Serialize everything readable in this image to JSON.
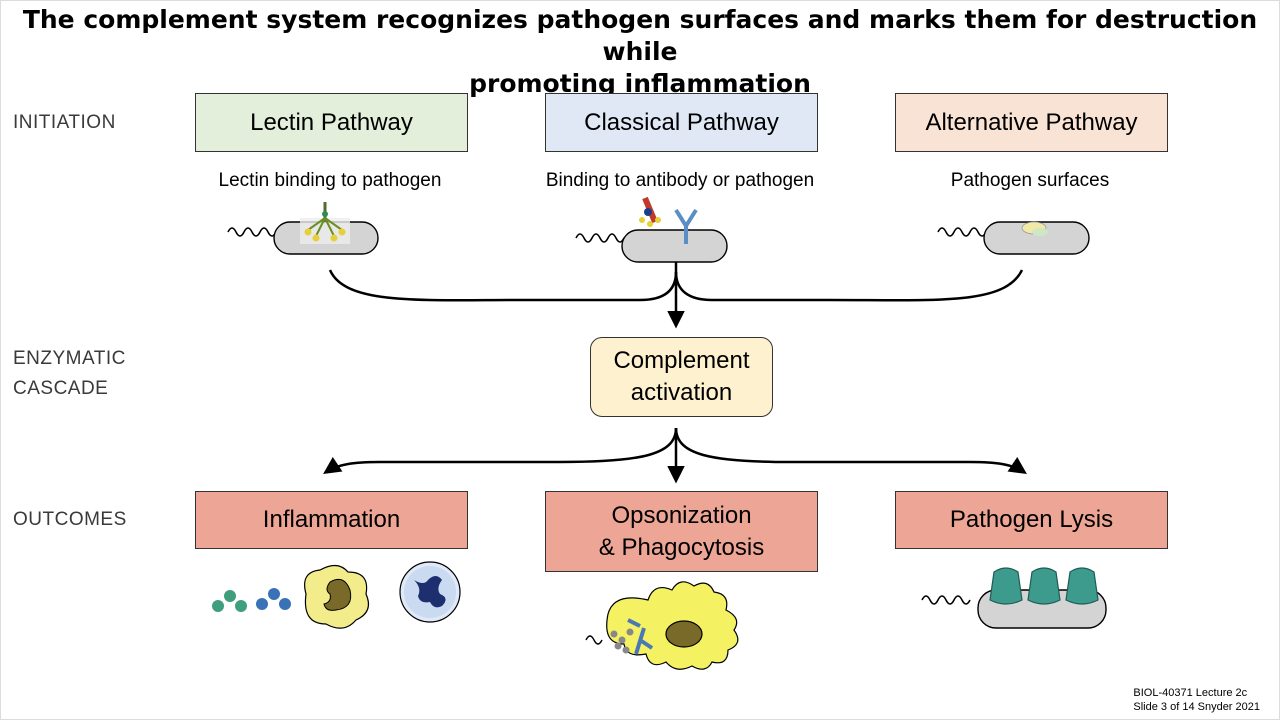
{
  "title_line1": "The complement system recognizes pathogen surfaces and marks them for destruction while",
  "title_line2": "promoting inflammation",
  "row_labels": {
    "initiation": "INITIATION",
    "cascade_line1": "ENZYMATIC",
    "cascade_line2": "CASCADE",
    "outcomes": "OUTCOMES"
  },
  "pathways": [
    {
      "label": "Lectin Pathway",
      "caption": "Lectin binding to pathogen",
      "color": "#e3efdb"
    },
    {
      "label": "Classical Pathway",
      "caption": "Binding to antibody or pathogen",
      "color": "#dfe8f4"
    },
    {
      "label": "Alternative Pathway",
      "caption": "Pathogen surfaces",
      "color": "#f8e3d4"
    }
  ],
  "activation": {
    "line1": "Complement",
    "line2": "activation",
    "color": "#fdf1cf"
  },
  "outcomes": [
    {
      "label": "Inflammation",
      "color": "#eda596"
    },
    {
      "label_line1": "Opsonization",
      "label_line2": "& Phagocytosis",
      "color": "#eda596"
    },
    {
      "label": "Pathogen Lysis",
      "color": "#eda596"
    }
  ],
  "footer": {
    "line1": "BIOL-40371 Lecture 2c",
    "line2": "Slide 3 of 14 Snyder 2021"
  }
}
